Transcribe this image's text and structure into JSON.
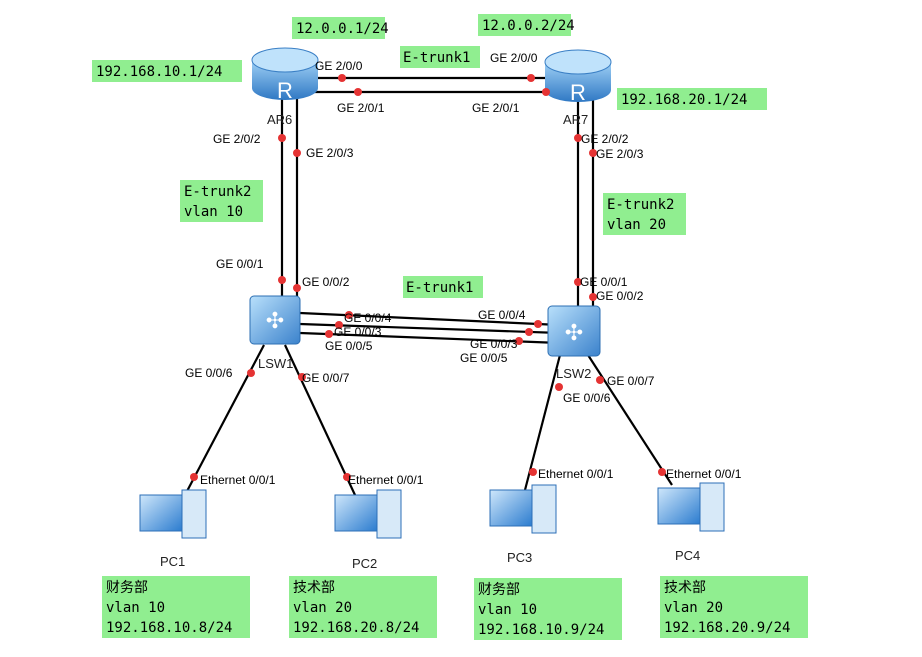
{
  "devices": {
    "ar6": "AR6",
    "ar7": "AR7",
    "lsw1": "LSW1",
    "lsw2": "LSW2",
    "pc1": "PC1",
    "pc2": "PC2",
    "pc3": "PC3",
    "pc4": "PC4"
  },
  "notes": {
    "ar6_top": "12.0.0.1/24",
    "ar7_top": "12.0.0.2/24",
    "ar6_lan": "192.168.10.1/24",
    "ar7_lan": "192.168.20.1/24",
    "etrunk1_top": "E-trunk1",
    "etrunk1_mid": "E-trunk1",
    "etrunk2_left": [
      "E-trunk2",
      "vlan 10"
    ],
    "etrunk2_right": [
      "E-trunk2",
      "vlan 20"
    ],
    "pc1": [
      "财务部",
      "vlan 10",
      "192.168.10.8/24"
    ],
    "pc2": [
      "技术部",
      "vlan 20",
      "192.168.20.8/24"
    ],
    "pc3": [
      "财务部",
      "vlan 10",
      "192.168.10.9/24"
    ],
    "pc4": [
      "技术部",
      "vlan 20",
      "192.168.20.9/24"
    ]
  },
  "interfaces": {
    "ar6_g200": "GE 2/0/0",
    "ar6_g201": "GE 2/0/1",
    "ar6_g202": "GE 2/0/2",
    "ar6_g203": "GE 2/0/3",
    "ar7_g200": "GE 2/0/0",
    "ar7_g201": "GE 2/0/1",
    "ar7_g202": "GE 2/0/2",
    "ar7_g203": "GE 2/0/3",
    "lsw1_g001": "GE 0/0/1",
    "lsw1_g002": "GE 0/0/2",
    "lsw1_g003": "GE 0/0/3",
    "lsw1_g004": "GE 0/0/4",
    "lsw1_g005": "GE 0/0/5",
    "lsw1_g006": "GE 0/0/6",
    "lsw1_g007": "GE 0/0/7",
    "lsw2_g001": "GE 0/0/1",
    "lsw2_g002": "GE 0/0/2",
    "lsw2_g003": "GE 0/0/3",
    "lsw2_g004": "GE 0/0/4",
    "lsw2_g005": "GE 0/0/5",
    "lsw2_g006": "GE 0/0/6",
    "lsw2_g007": "GE 0/0/7",
    "pc1_eth": "Ethernet 0/0/1",
    "pc2_eth": "Ethernet 0/0/1",
    "pc3_eth": "Ethernet 0/0/1",
    "pc4_eth": "Ethernet 0/0/1"
  },
  "colors": {
    "label_bg": "#90ee90",
    "port_dot": "#e53333",
    "device": "#4a90d9"
  }
}
